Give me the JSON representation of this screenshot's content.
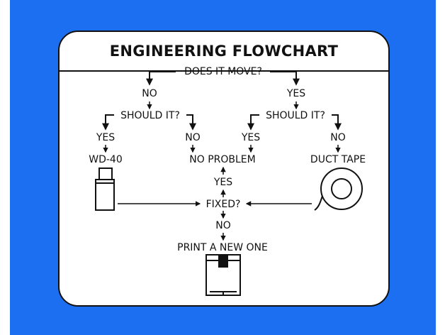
{
  "colors": {
    "background": "#1b6ff0",
    "card": "#ffffff",
    "ink": "#111111"
  },
  "title": "ENGINEERING FLOWCHART",
  "nodes": {
    "does_it_move": "DOES IT MOVE?",
    "no_1": "NO",
    "yes_1": "YES",
    "should_it_left": "SHOULD IT?",
    "should_it_right": "SHOULD IT?",
    "yes_left": "YES",
    "no_left": "NO",
    "yes_right": "YES",
    "no_right": "NO",
    "wd40": "WD-40",
    "no_problem": "NO PROBLEM",
    "duct_tape": "DUCT TAPE",
    "yes_fixed": "YES",
    "fixed": "FIXED?",
    "no_fixed": "NO",
    "print_new": "PRINT A NEW ONE"
  },
  "icons": {
    "wd40": "spray-can-icon",
    "duct_tape": "tape-roll-icon",
    "printer": "3d-printer-icon"
  }
}
